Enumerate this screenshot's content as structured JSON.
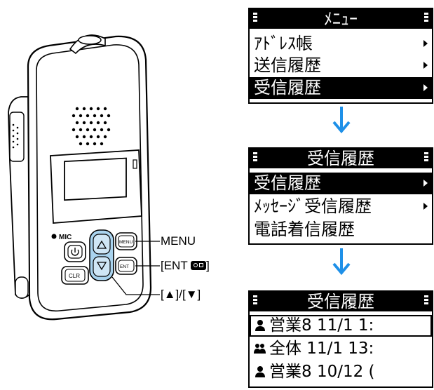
{
  "callouts": {
    "menu": "MENU",
    "ent_prefix": "[ENT",
    "ent_suffix": "]",
    "updown": "[▲]/[▼]"
  },
  "device": {
    "mic_label": "MIC",
    "menu_key": "MENU",
    "ent_key": "ENT",
    "clr_key": "CLR"
  },
  "screen1": {
    "title": "ﾒﾆｭｰ",
    "items": [
      "ｱﾄﾞﾚｽ帳",
      "送信履歴",
      "受信履歴"
    ],
    "selected_index": 2
  },
  "screen2": {
    "title": "受信履歴",
    "items": [
      "受信履歴",
      "ﾒｯｾｰｼﾞ受信履歴",
      "電話着信履歴"
    ],
    "selected_index": 0
  },
  "screen3": {
    "title": "受信履歴",
    "items": [
      {
        "icon": "person-icon",
        "text": "営業8 11/1  1:"
      },
      {
        "icon": "group-icon",
        "text": "全体 11/1  13:"
      },
      {
        "icon": "person-icon",
        "text": "営業8 10/12  ("
      }
    ],
    "selected_index": 0
  },
  "colors": {
    "arrow": "#1e90e8",
    "key_blue": "#a9d3ee",
    "screen_bg": "#ffffff",
    "highlight": "#000000"
  }
}
